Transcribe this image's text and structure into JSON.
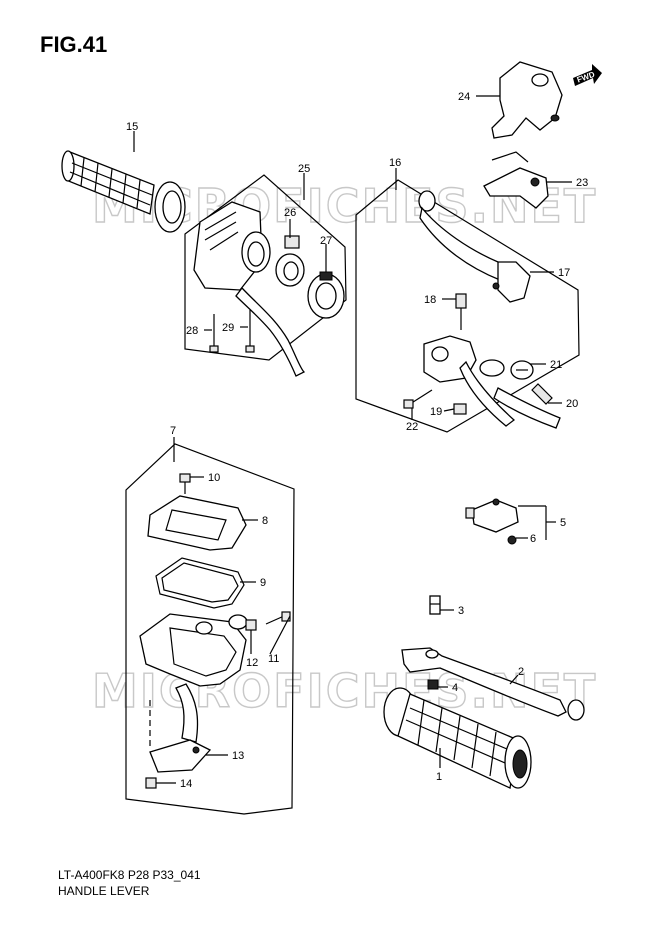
{
  "figure": {
    "title": "FIG.41",
    "model_code": "LT-A400FK8 P28 P33_041",
    "caption": "HANDLE LEVER"
  },
  "watermark": "MICROFICHES.NET",
  "fwd_label": "FWD",
  "callouts": [
    "1",
    "2",
    "3",
    "4",
    "5",
    "6",
    "7",
    "8",
    "9",
    "10",
    "11",
    "12",
    "13",
    "14",
    "15",
    "16",
    "17",
    "18",
    "19",
    "20",
    "21",
    "22",
    "23",
    "24",
    "25",
    "26",
    "27",
    "28",
    "29"
  ]
}
